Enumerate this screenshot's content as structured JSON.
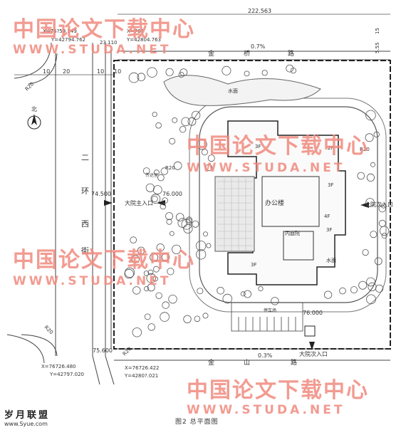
{
  "watermark": {
    "cn": "中国论文下载中心",
    "url": "WWW.STUDA.NET"
  },
  "site_logo": {
    "cn": "岁月联盟",
    "url": "www.Syue.com"
  },
  "caption": "图2  总平面图",
  "north_label": "北",
  "dimensions": {
    "top_width": "222.563",
    "left_setback_1": "10",
    "left_setback_2": "20",
    "left_setback_3": "10",
    "right_setback": "10",
    "slope_top": "0.7%",
    "slope_bottom": "0.3%",
    "side_15": "15",
    "side_55": "5.55"
  },
  "coordinates": {
    "top_left_x": "X=76?59.149",
    "top_left_y": "Y=42794.762",
    "top_mid_x": "X=76?",
    "top_mid_y": "Y=42804.763",
    "bottom_left_x": "X=76726.480",
    "bottom_left_y": "Y=42797.020",
    "bottom_mid_x": "X=76726.422",
    "bottom_mid_y": "Y=4280?.021"
  },
  "elevations": {
    "west_road": "74.500",
    "entrance": "76.000",
    "south_corner": "75.600",
    "south_entrance": "76.000"
  },
  "radii": {
    "top_left": "R20",
    "mid_left": "R20",
    "bottom_left": "R20",
    "bottom_right": "R20",
    "top_right": "R20"
  },
  "roads": {
    "north": [
      "金",
      "桥",
      "路"
    ],
    "south": [
      "金",
      "山",
      "路"
    ],
    "west": [
      "二",
      "环",
      "西",
      "街"
    ]
  },
  "labels": {
    "main_entrance": "大院主入口",
    "east_entrance": "大院次入口",
    "south_entrance": "大院次入口",
    "office_building": "办公楼",
    "inner_yard": "内庭院",
    "pond": "水面",
    "pond_2": "水面",
    "parking": "停车场",
    "floors_3f_a": "3F",
    "floors_3f_b": "3F",
    "floors_3f_c": "3F",
    "floors_3f_d": "3F",
    "floors_4f": "4F",
    "floors_2f": "2F",
    "guard_house": "传达室",
    "num_23": "23.110"
  }
}
